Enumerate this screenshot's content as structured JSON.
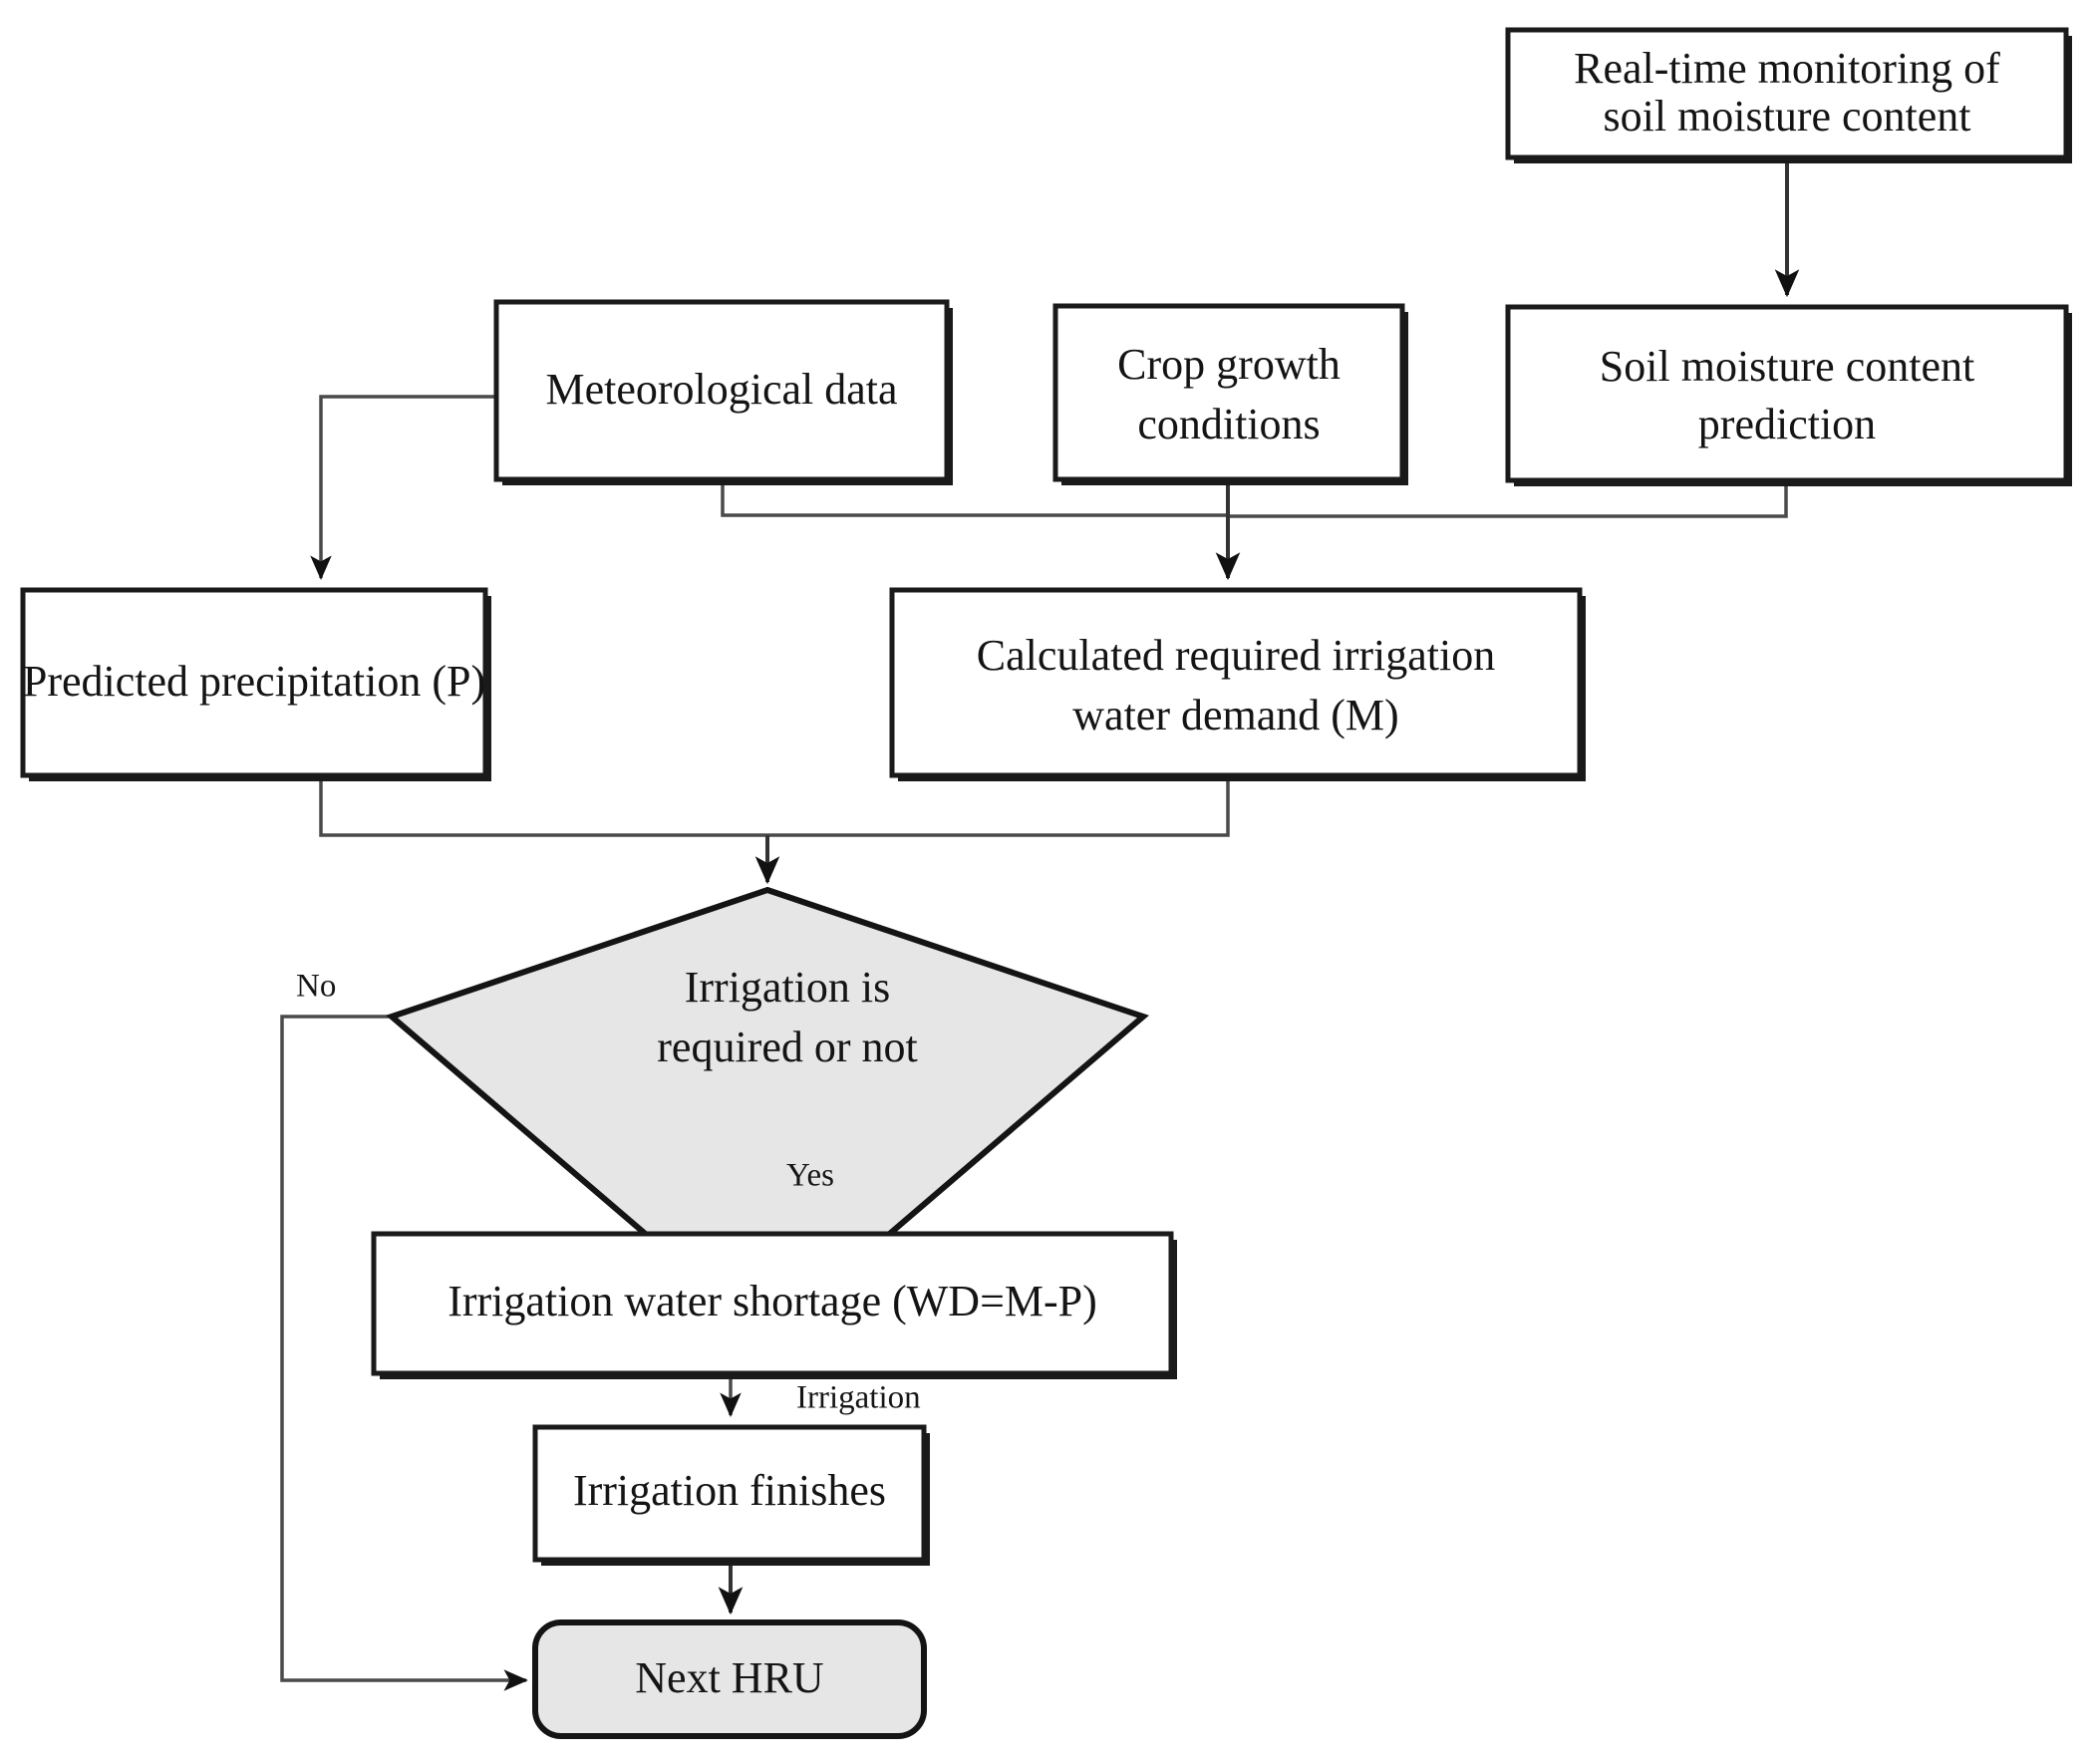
{
  "diagram": {
    "title": "Irrigation decision flowchart",
    "colors": {
      "shape_fill_plain": "#ffffff",
      "shape_fill_shaded": "#e6e6e6",
      "stroke": "#141414",
      "connector": "#333333",
      "text": "#141414"
    },
    "nodes": [
      {
        "id": "realtime-monitoring",
        "shape": "rectangle",
        "fill": "plain",
        "lines": [
          "Real-time monitoring of",
          "soil moisture content"
        ]
      },
      {
        "id": "meteorological-data",
        "shape": "rectangle",
        "fill": "plain",
        "lines": [
          "Meteorological data"
        ]
      },
      {
        "id": "crop-growth-conditions",
        "shape": "rectangle",
        "fill": "plain",
        "lines": [
          "Crop growth",
          "conditions"
        ]
      },
      {
        "id": "soil-moisture-prediction",
        "shape": "rectangle",
        "fill": "plain",
        "lines": [
          "Soil moisture content",
          "prediction"
        ]
      },
      {
        "id": "predicted-precipitation",
        "shape": "rectangle",
        "fill": "plain",
        "lines": [
          "Predicted precipitation (P)"
        ]
      },
      {
        "id": "calculated-water-demand",
        "shape": "rectangle",
        "fill": "plain",
        "lines": [
          "Calculated required irrigation",
          "water demand (M)"
        ]
      },
      {
        "id": "irrigation-decision",
        "shape": "diamond",
        "fill": "shaded",
        "lines": [
          "Irrigation is",
          "required or not"
        ]
      },
      {
        "id": "irrigation-water-shortage",
        "shape": "rectangle",
        "fill": "plain",
        "lines": [
          "Irrigation water shortage (WD=M-P)"
        ]
      },
      {
        "id": "irrigation-finishes",
        "shape": "rectangle",
        "fill": "plain",
        "lines": [
          "Irrigation finishes"
        ]
      },
      {
        "id": "next-hru",
        "shape": "rounded-rectangle",
        "fill": "shaded",
        "lines": [
          "Next HRU"
        ]
      }
    ],
    "edge_labels": {
      "no": "No",
      "yes": "Yes",
      "irrigation": "Irrigation"
    },
    "edges": [
      {
        "from": "realtime-monitoring",
        "to": "soil-moisture-prediction",
        "label": ""
      },
      {
        "from": "meteorological-data",
        "to": "predicted-precipitation",
        "label": ""
      },
      {
        "from": "meteorological-data",
        "to": "calculated-water-demand",
        "label": ""
      },
      {
        "from": "crop-growth-conditions",
        "to": "calculated-water-demand",
        "label": ""
      },
      {
        "from": "soil-moisture-prediction",
        "to": "calculated-water-demand",
        "label": ""
      },
      {
        "from": "predicted-precipitation",
        "to": "irrigation-decision",
        "label": ""
      },
      {
        "from": "calculated-water-demand",
        "to": "irrigation-decision",
        "label": ""
      },
      {
        "from": "irrigation-decision",
        "to": "irrigation-water-shortage",
        "label": "Yes"
      },
      {
        "from": "irrigation-decision",
        "to": "next-hru",
        "label": "No"
      },
      {
        "from": "irrigation-water-shortage",
        "to": "irrigation-finishes",
        "label": "Irrigation"
      },
      {
        "from": "irrigation-finishes",
        "to": "next-hru",
        "label": ""
      }
    ]
  }
}
